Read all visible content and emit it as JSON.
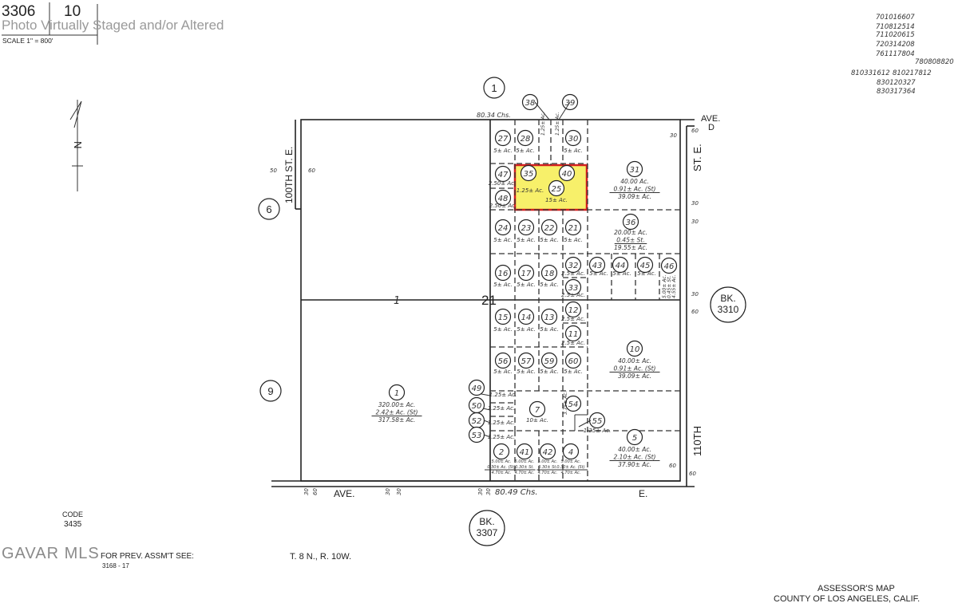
{
  "header": {
    "map_book": "3306",
    "map_page": "10",
    "scale_label": "SCALE 1\" = 800'",
    "watermark": "Photo Virtually Staged and/or Altered"
  },
  "revision_codes": [
    "701016607",
    "710812514",
    "711020615",
    "720314208",
    "761117804",
    "780808820",
    "810331612",
    "810217812",
    "830120327",
    "830317364"
  ],
  "north_label": "N",
  "streets": {
    "top_ave": "AVE.",
    "top_ave_letter": "D",
    "left_street": "100TH ST. E.",
    "right_street": "ST. E.",
    "right_street_lower": "110TH",
    "bottom_ave": "AVE.",
    "bottom_ave_letter": "E."
  },
  "dimensions": {
    "top": "80.34 Chs.",
    "bottom": "80.49 Chs.",
    "marks": [
      "30",
      "60",
      "60",
      "30",
      "30",
      "60",
      "30",
      "60",
      "50",
      "60",
      "30",
      "60",
      "30",
      "30",
      "30",
      "30"
    ]
  },
  "section_number": "21",
  "quarter_mark": "1",
  "adjacent": {
    "top": "1",
    "left_upper": "6",
    "left_lower": "9",
    "right_book": "BK. 3310",
    "bottom_book": "BK. 3307"
  },
  "highlight_color": "#f7f06a",
  "highlight_border": "#d42020",
  "parcels": [
    {
      "num": "27",
      "area": [
        "5± Ac."
      ]
    },
    {
      "num": "28",
      "area": [
        "5± Ac."
      ]
    },
    {
      "num": "30",
      "area": [
        "5± Ac."
      ]
    },
    {
      "num": "38",
      "area": [
        "1.25± Ac."
      ]
    },
    {
      "num": "39",
      "area": [
        "1.25± Ac."
      ]
    },
    {
      "num": "31",
      "area": [
        "40.00 Ac.",
        "0.91± Ac. (St)",
        "39.09± Ac."
      ]
    },
    {
      "num": "47",
      "area": [
        "2.50± Ac."
      ]
    },
    {
      "num": "48",
      "area": [
        "2.50± Ac."
      ]
    },
    {
      "num": "35",
      "area": [
        "1.25± Ac."
      ]
    },
    {
      "num": "40",
      "area": []
    },
    {
      "num": "25",
      "area": [
        "15± Ac."
      ]
    },
    {
      "num": "24",
      "area": [
        "5± Ac."
      ]
    },
    {
      "num": "23",
      "area": [
        "5± Ac."
      ]
    },
    {
      "num": "22",
      "area": [
        "5± Ac."
      ]
    },
    {
      "num": "21",
      "area": [
        "5± Ac."
      ]
    },
    {
      "num": "36",
      "area": [
        "20.00± Ac.",
        "0.45± St.",
        "19.55± Ac."
      ]
    },
    {
      "num": "16",
      "area": [
        "5± Ac."
      ]
    },
    {
      "num": "17",
      "area": [
        "5± Ac."
      ]
    },
    {
      "num": "18",
      "area": [
        "5± Ac."
      ]
    },
    {
      "num": "32",
      "area": [
        "2.5± Ac."
      ]
    },
    {
      "num": "33",
      "area": [
        "2.5± Ac."
      ]
    },
    {
      "num": "43",
      "area": [
        "5± Ac."
      ]
    },
    {
      "num": "44",
      "area": [
        "5± Ac."
      ]
    },
    {
      "num": "45",
      "area": [
        "5± Ac."
      ]
    },
    {
      "num": "46",
      "area": [
        "5.00± Ac.",
        "0.45± St.",
        "4.55± Ac."
      ]
    },
    {
      "num": "15",
      "area": [
        "5± Ac."
      ]
    },
    {
      "num": "14",
      "area": [
        "5± Ac."
      ]
    },
    {
      "num": "13",
      "area": [
        "5± Ac."
      ]
    },
    {
      "num": "12",
      "area": [
        "2.5± Ac."
      ]
    },
    {
      "num": "11",
      "area": [
        "2.5± Ac."
      ]
    },
    {
      "num": "10",
      "area": [
        "40.00± Ac.",
        "0.91± Ac. (St)",
        "39.09± Ac."
      ]
    },
    {
      "num": "56",
      "area": [
        "5± Ac."
      ]
    },
    {
      "num": "57",
      "area": [
        "5± Ac."
      ]
    },
    {
      "num": "59",
      "area": [
        "5± Ac."
      ]
    },
    {
      "num": "60",
      "area": [
        "5± Ac."
      ]
    },
    {
      "num": "49",
      "area": [
        "1.25± Ac."
      ]
    },
    {
      "num": "50",
      "area": [
        "1.25± Ac."
      ]
    },
    {
      "num": "52",
      "area": [
        "1.25± Ac."
      ]
    },
    {
      "num": "53",
      "area": [
        "1.25± Ac."
      ]
    },
    {
      "num": "7",
      "area": [
        "10± Ac."
      ]
    },
    {
      "num": "54",
      "area": [
        "3.75± Ac."
      ]
    },
    {
      "num": "55",
      "area": [
        "1.25± Ac."
      ]
    },
    {
      "num": "2",
      "area": [
        "5.00± Ac.",
        "0.30± Ac. (St)",
        "4.70± Ac."
      ]
    },
    {
      "num": "41",
      "area": [
        "5.00± Ac.",
        "0.30± St.",
        "4.70± Ac."
      ]
    },
    {
      "num": "42",
      "area": [
        "5.00± Ac.",
        "0.30± St.",
        "4.70± Ac."
      ]
    },
    {
      "num": "4",
      "area": [
        "5.00± Ac.",
        "0.30± Ac. (St)",
        "4.70± Ac."
      ]
    },
    {
      "num": "5",
      "area": [
        "40.00± Ac.",
        "2.10± Ac. (St)",
        "37.90± Ac."
      ]
    },
    {
      "num": "1",
      "area": [
        "320.00± Ac.",
        "2.42± Ac. (St)",
        "317.58± Ac."
      ]
    }
  ],
  "footer": {
    "code_label": "CODE",
    "code_value": "3435",
    "prev_assmt": "FOR PREV. ASSM'T SEE:",
    "prev_assmt_ref": "3168 - 17",
    "township": "T. 8 N., R. 10W.",
    "assessor_title": "ASSESSOR'S MAP",
    "county": "COUNTY OF LOS ANGELES, CALIF.",
    "mls_logo": "GAVAR MLS"
  }
}
